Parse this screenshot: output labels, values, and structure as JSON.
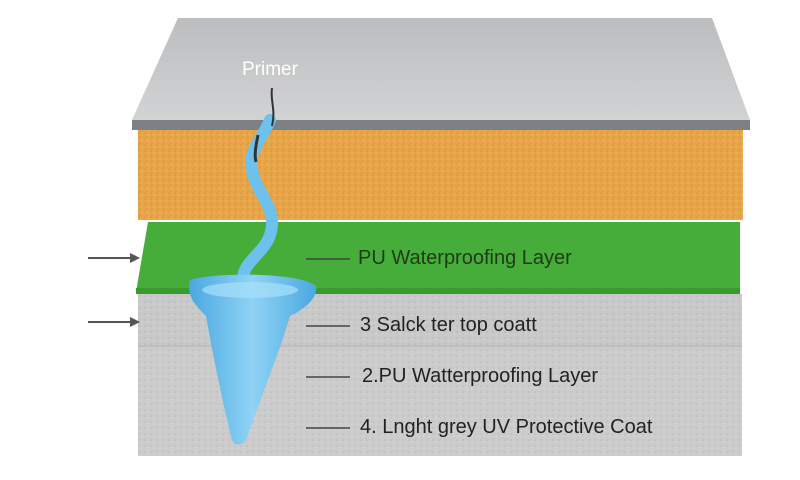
{
  "labels": {
    "primer": "Primer",
    "pu_layer": "PU Waterproofing Layer",
    "layer_3": "3  Salck ter top coatt",
    "layer_2": "2.PU Watterproofing  Layer",
    "layer_4": "4. Lnght grey UV Protective Coat"
  },
  "colors": {
    "top_surface": "#c7c8c9",
    "top_edge": "#7d8084",
    "orange_layer": "#e8a649",
    "green_layer": "#46ad3a",
    "grey_layer": "#c9c9c9",
    "water": "#6ec1ec",
    "arrow": "#555555"
  },
  "icons": [
    "arrow-right-icon",
    "arrow-right-icon",
    "water-drip-icon"
  ]
}
